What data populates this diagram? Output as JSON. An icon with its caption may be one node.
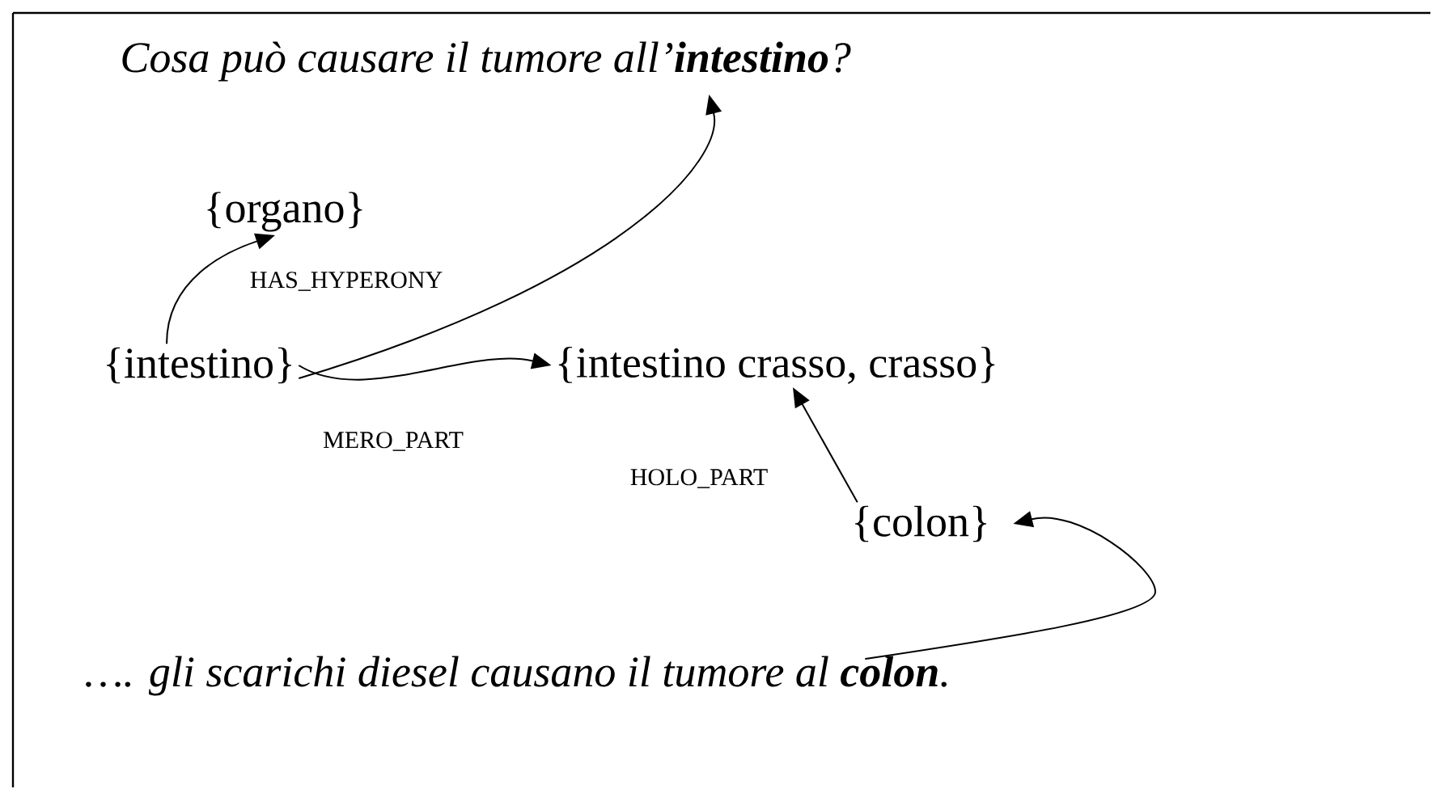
{
  "diagram": {
    "nodes": [
      {
        "text": [
          "Cosa può causare il tumore all’**intestino**?"
        ]
      },
      {
        "text": [
          "{organo}"
        ]
      },
      {
        "text": [
          "{intestino}"
        ]
      },
      {
        "text": [
          "{intestino crasso, crasso}"
        ]
      },
      {
        "text": [
          "{colon}"
        ]
      },
      {
        "text": [
          "…. gli scarichi diesel causano il tumore al **colon**."
        ]
      }
    ],
    "edges": [
      {
        "from": 2,
        "to": 1,
        "arrow": "to",
        "label": "HAS_HYPERONY"
      },
      {
        "from": 2,
        "to": 0,
        "arrow": "to"
      },
      {
        "from": 2,
        "to": 3,
        "arrow": "to",
        "label": "MERO_PART"
      },
      {
        "from": 4,
        "to": 3,
        "arrow": "to",
        "label": "HOLO_PART"
      },
      {
        "from": 5,
        "to": 4,
        "arrow": "to"
      }
    ]
  }
}
